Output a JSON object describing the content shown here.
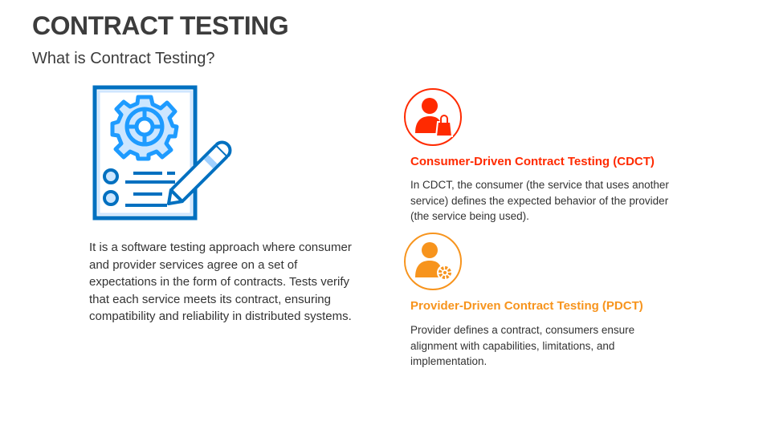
{
  "slide": {
    "title": "CONTRACT TESTING",
    "subtitle": "What is Contract Testing?",
    "intro": "It is a software testing approach where consumer and provider services agree on a set of expectations in the form of contracts. Tests verify that each service meets its contract, ensuring compatibility and reliability in distributed systems.",
    "sections": [
      {
        "heading": "Consumer-Driven Contract Testing (CDCT)",
        "body": "In CDCT, the consumer (the service that uses another service) defines the expected behavior of the provider (the service being used).",
        "icon": "consumer-shopping-bag-icon",
        "color": "#ff2a00"
      },
      {
        "heading": "Provider-Driven Contract Testing (PDCT)",
        "body": "Provider defines a contract, consumers ensure alignment with capabilities, limitations, and implementation.",
        "icon": "provider-gear-icon",
        "color": "#f7941d"
      }
    ]
  }
}
